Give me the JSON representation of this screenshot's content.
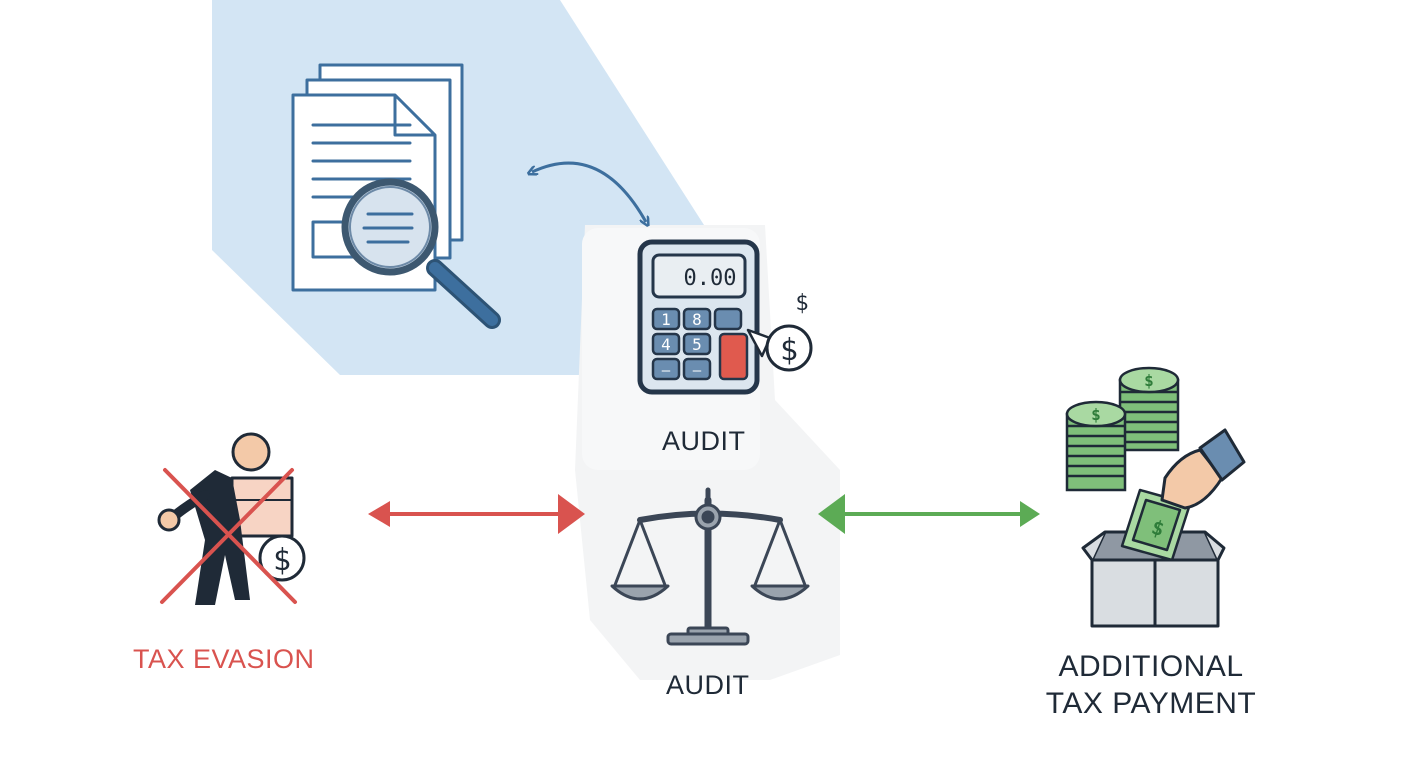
{
  "colors": {
    "accent_blue": "#3d6f9e",
    "panel_blue": "#d3e5f4",
    "danger_red": "#d9534f",
    "success_green": "#5cab55",
    "money_green": "#2f7d3a",
    "ink": "#1f2a37"
  },
  "calculator": {
    "display": "0.00",
    "keys": [
      "1",
      "8",
      "4",
      "5",
      "—",
      "—"
    ]
  },
  "labels": {
    "audit_top": "AUDIT",
    "audit_center": "AUDIT",
    "tax_evasion": "TAX EVASION",
    "additional_payment_line1": "ADDITIONAL",
    "additional_payment_line2": "TAX PAYMENT"
  },
  "symbols": {
    "dollar": "$"
  },
  "icons": [
    "documents-icon",
    "magnifying-glass-icon",
    "calculator-icon",
    "dollar-coin-icon",
    "scales-of-justice-icon",
    "person-carrying-box-icon",
    "crossed-out-icon",
    "coin-stack-icon",
    "hand-icon",
    "banknote-icon",
    "ballot-box-icon"
  ]
}
